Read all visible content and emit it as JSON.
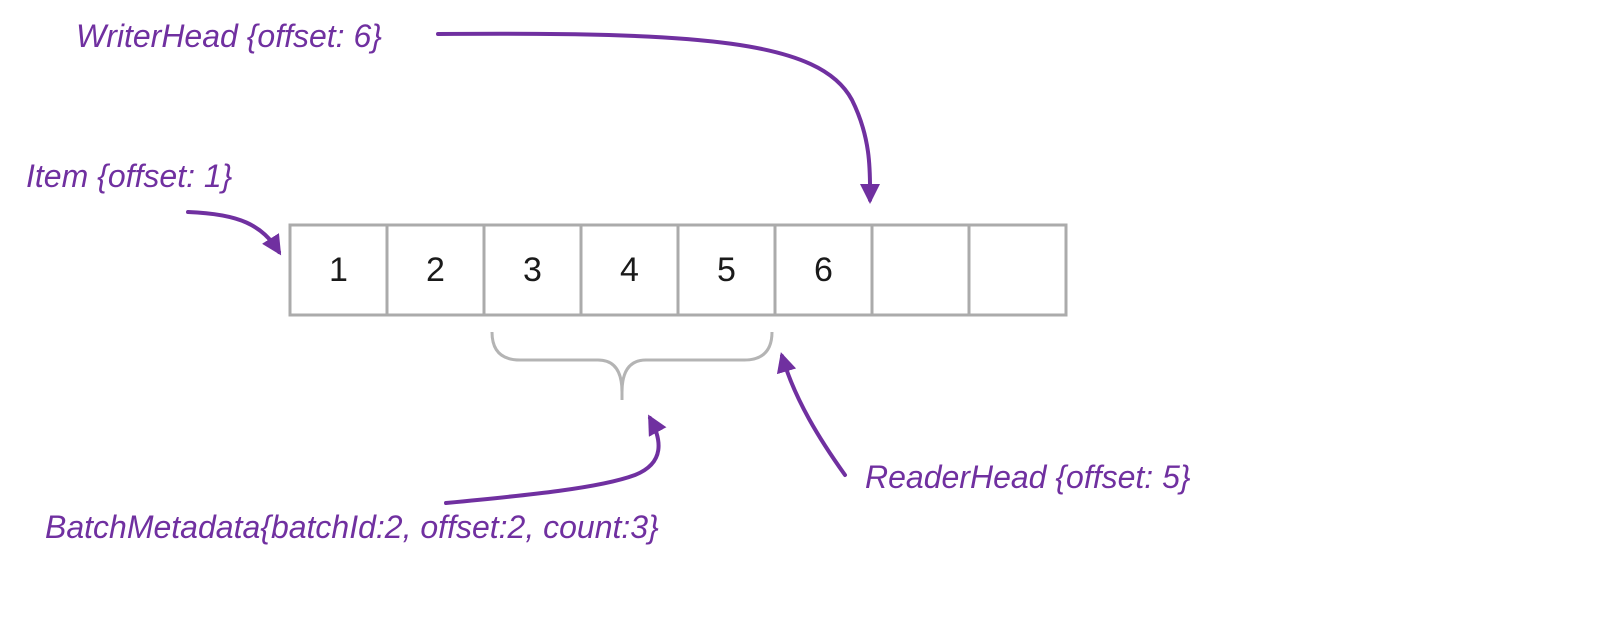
{
  "colors": {
    "annotation": "#7030a0",
    "cell_border": "#ababab",
    "brace": "#b4b4b4",
    "cell_text": "#1a1a1a"
  },
  "annotations": {
    "writer_head": "WriterHead {offset: 6}",
    "item": "Item {offset: 1}",
    "reader_head": "ReaderHead {offset: 5}",
    "batch_metadata": "BatchMetadata{batchId:2, offset:2, count:3}"
  },
  "buffer": {
    "cells": [
      "1",
      "2",
      "3",
      "4",
      "5",
      "6",
      "",
      ""
    ]
  }
}
